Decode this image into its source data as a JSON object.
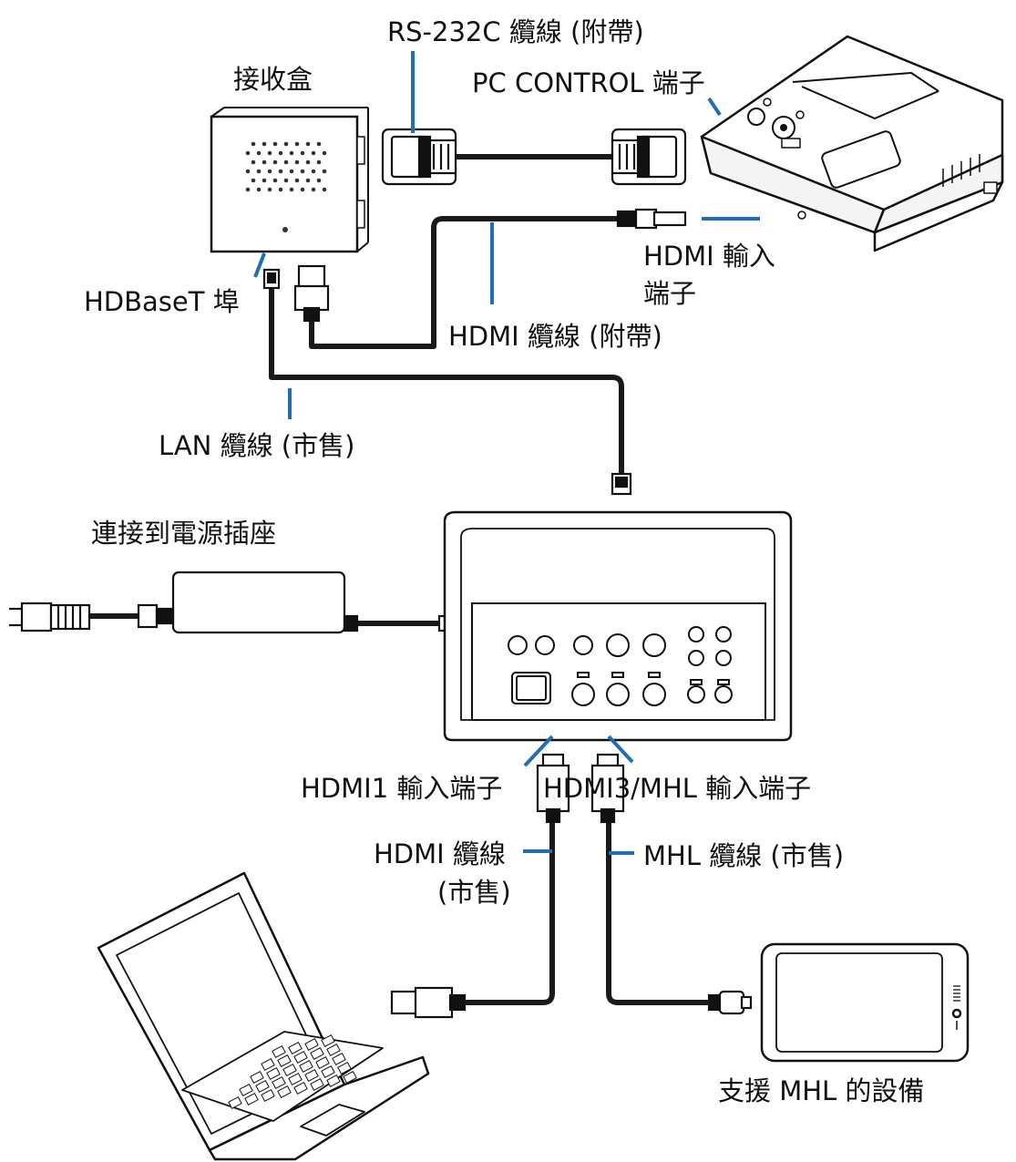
{
  "labels": {
    "receiver_box": "接收盒",
    "rs232c_cable": "RS-232C 纜線 (附帶)",
    "pc_control_port": "PC CONTROL 端子",
    "hdmi_input_port_line1": "HDMI 輸入",
    "hdmi_input_port_line2": "端子",
    "hdbaset_port": "HDBaseT 埠",
    "hdmi_cable_supplied": "HDMI 纜線 (附帶)",
    "lan_cable": "LAN 纜線 (市售)",
    "power_outlet": "連接到電源插座",
    "hdmi1_input_port": "HDMI1 輸入端子",
    "hdmi3_mhl_input_port": "HDMI3/MHL 輸入端子",
    "hdmi_cable_retail_line1": "HDMI 纜線",
    "hdmi_cable_retail_line2": "(市售)",
    "mhl_cable": "MHL 纜線 (市售)",
    "mhl_device": "支援 MHL 的設備"
  },
  "colors": {
    "leader": "#1f6fb2",
    "ink": "#111111",
    "cable": "#1a1a1a"
  }
}
